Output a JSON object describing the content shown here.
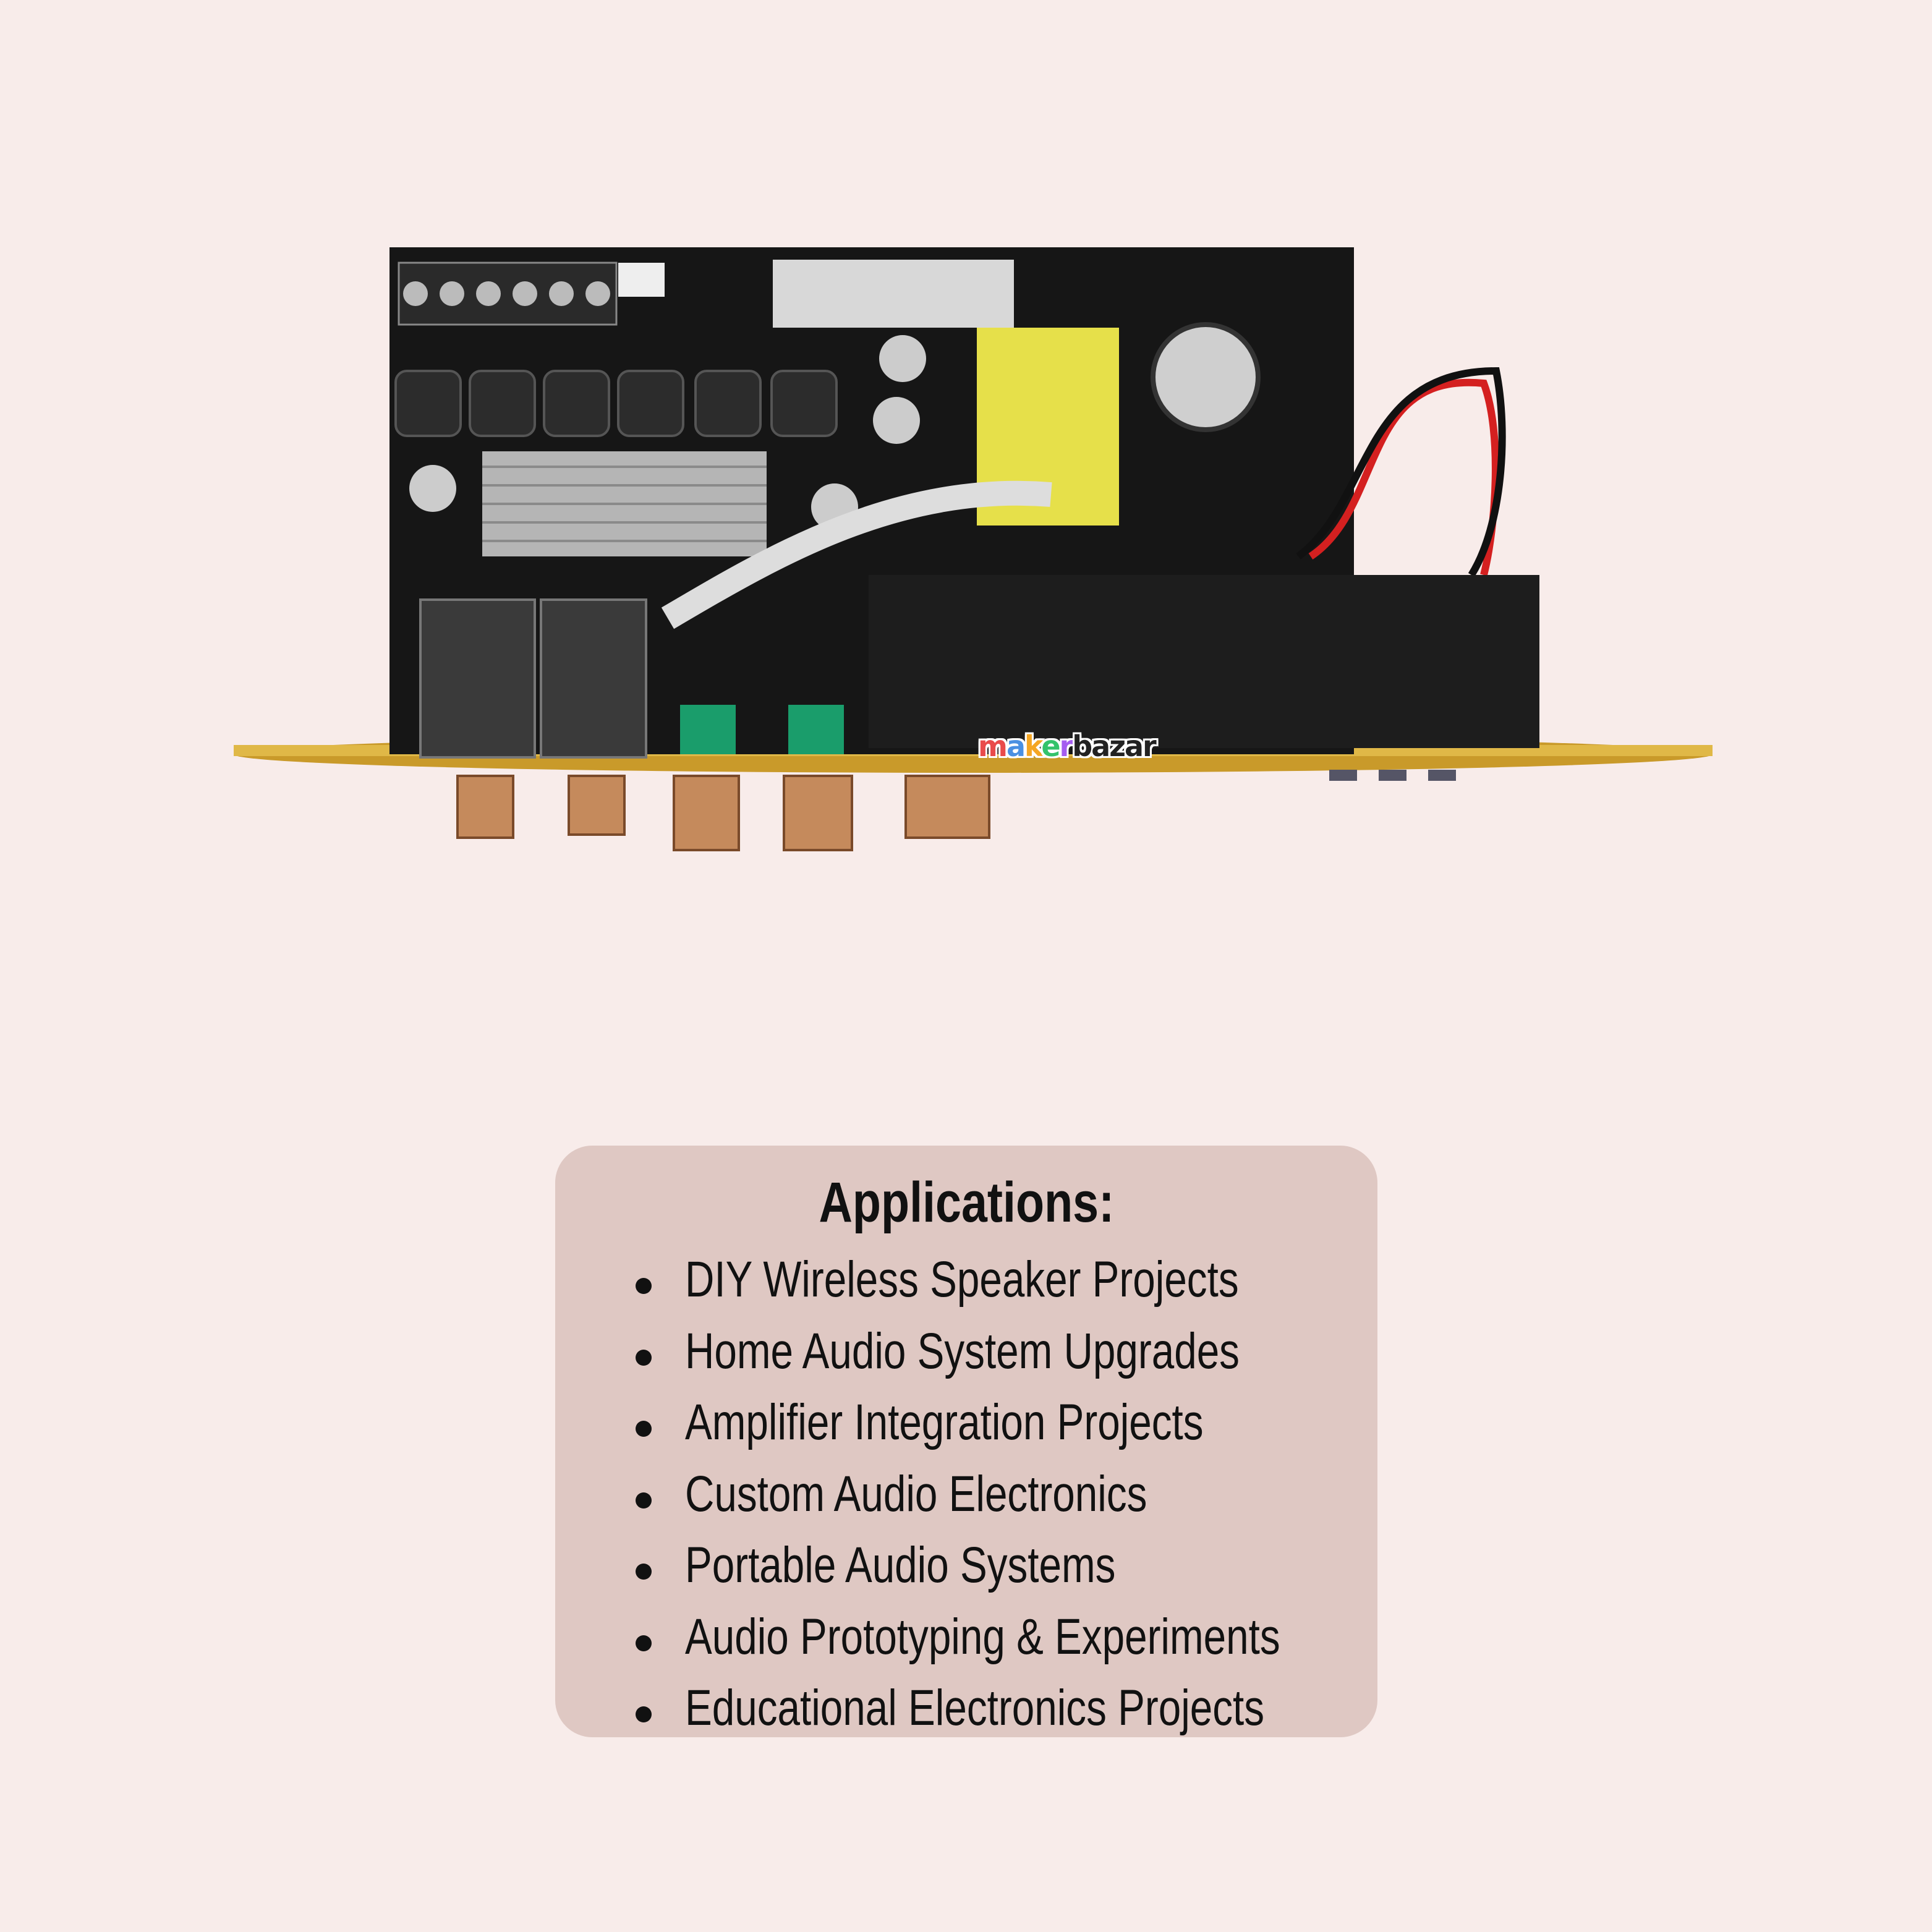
{
  "image": {
    "logo_text": "makerbazar",
    "logo_colors": [
      "#e94b4b",
      "#4a90e2",
      "#f5a623",
      "#34c36b",
      "#a45cf0",
      "#222222"
    ]
  },
  "applications": {
    "title": "Applications:",
    "items": [
      "DIY Wireless Speaker Projects",
      "Home Audio System Upgrades",
      "Amplifier Integration Projects",
      "Custom Audio Electronics",
      "Portable Audio Systems",
      "Audio Prototyping & Experiments",
      "Educational Electronics Projects"
    ]
  },
  "colors": {
    "background": "#f8ecea",
    "panel": "#dfc8c3",
    "text": "#111111"
  }
}
